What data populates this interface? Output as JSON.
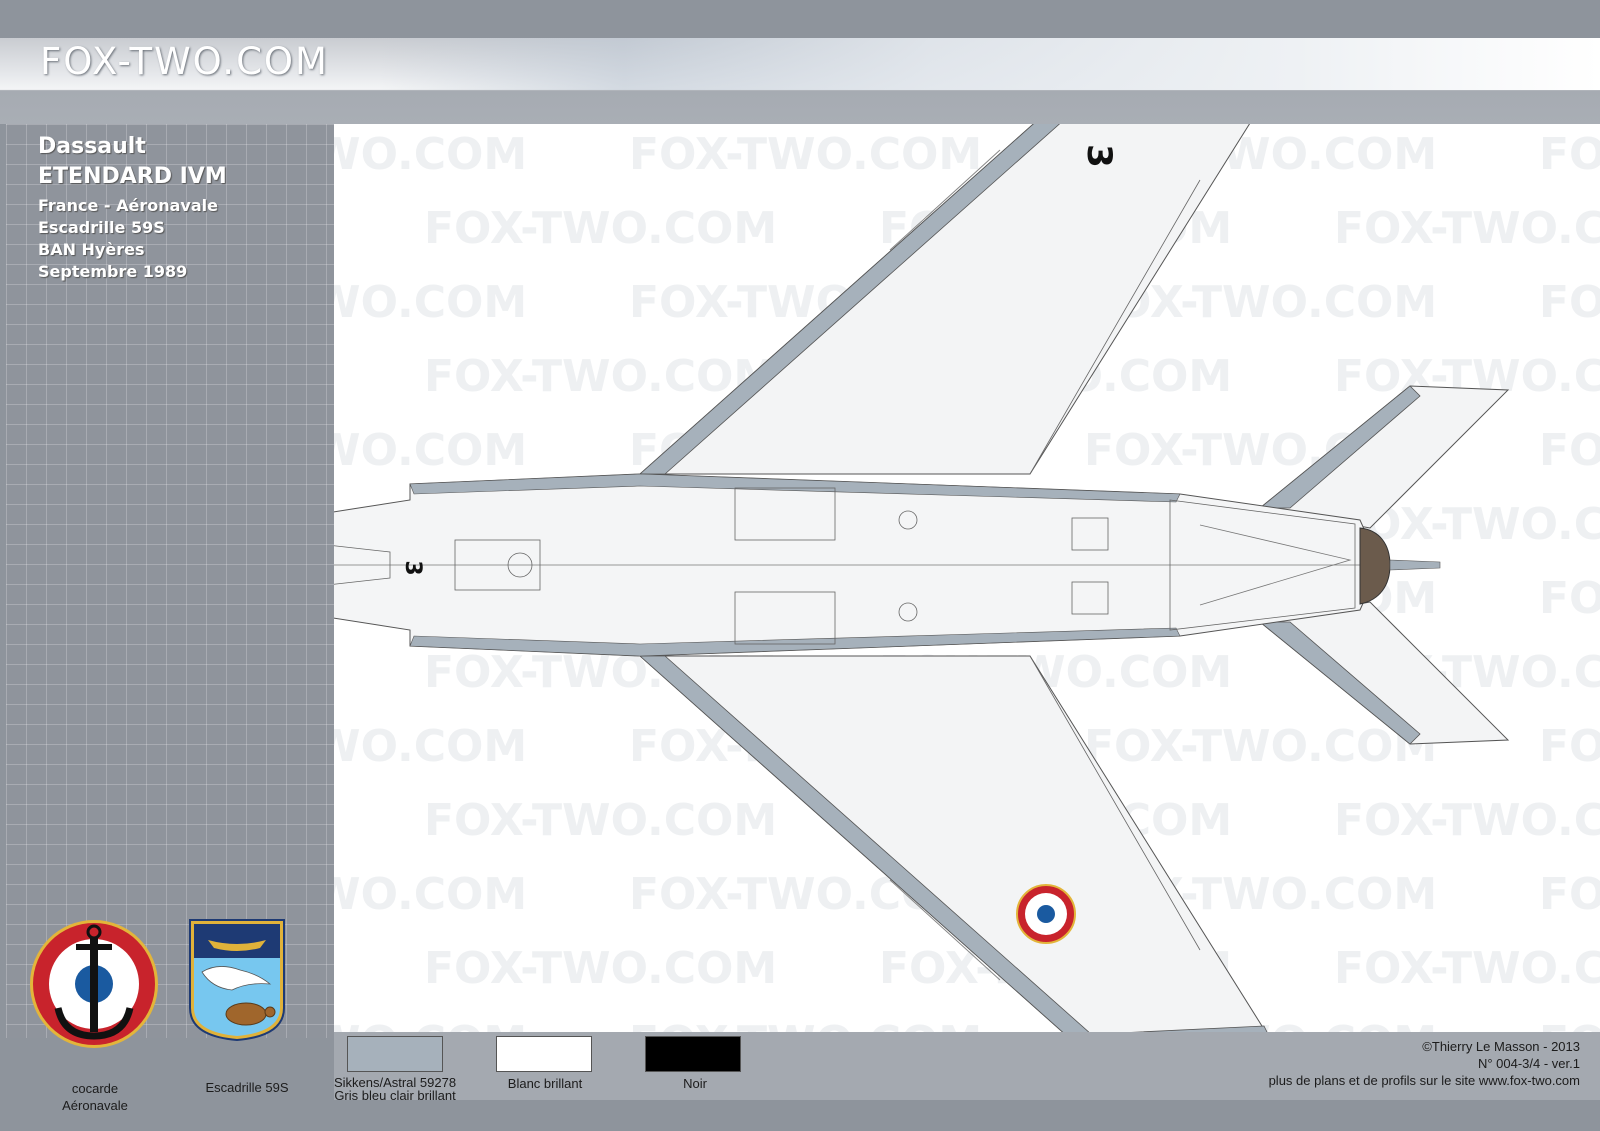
{
  "header": {
    "site_logo": "FOX-TWO.COM"
  },
  "aircraft": {
    "maker": "Dassault",
    "model": "ETENDARD IVM",
    "operator": "France - Aéronavale",
    "unit": "Escadrille 59S",
    "base": "BAN Hyères",
    "date": "Septembre 1989",
    "tail_number": "3"
  },
  "watermark": {
    "text": "FOX-TWO.COM"
  },
  "badges": {
    "cocarde": {
      "label_line1": "cocarde",
      "label_line2": "Aéronavale"
    },
    "squadron": {
      "label": "Escadrille 59S"
    }
  },
  "colors": {
    "grey": {
      "line1": "Sikkens/Astral 59278",
      "line2": "Gris bleu clair brillant",
      "hex": "#a6b1bb"
    },
    "white": {
      "label": "Blanc brillant",
      "hex": "#ffffff"
    },
    "black": {
      "label": "Noir",
      "hex": "#000000"
    }
  },
  "credits": {
    "author": "©Thierry Le Masson - 2013",
    "ref": "N° 004-3/4   -   ver.1",
    "site_note": "plus de plans et de profils sur le site www.fox-two.com"
  }
}
